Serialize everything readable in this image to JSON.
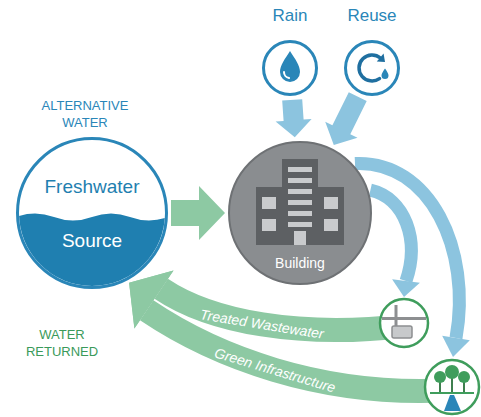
{
  "diagram": {
    "nodes": [
      {
        "text": [
          "Rain"
        ]
      },
      {
        "text": [
          "Reuse"
        ]
      },
      {
        "text": [
          "Freshwater",
          "Source"
        ]
      },
      {
        "text": [
          "Building"
        ]
      }
    ],
    "edges": [
      {
        "from": 0,
        "to": 3,
        "arrow": "to"
      },
      {
        "from": 1,
        "to": 3,
        "arrow": "to"
      },
      {
        "from": 2,
        "to": 3,
        "arrow": "to"
      },
      {
        "from": 3,
        "to": 2,
        "label": "Treated Wastewater",
        "arrow": "to"
      },
      {
        "from": 3,
        "to": 2,
        "label": "Green Infrastructure",
        "arrow": "to"
      }
    ],
    "labels": [
      "ALTERNATIVE WATER",
      "WATER RETURNED"
    ]
  }
}
